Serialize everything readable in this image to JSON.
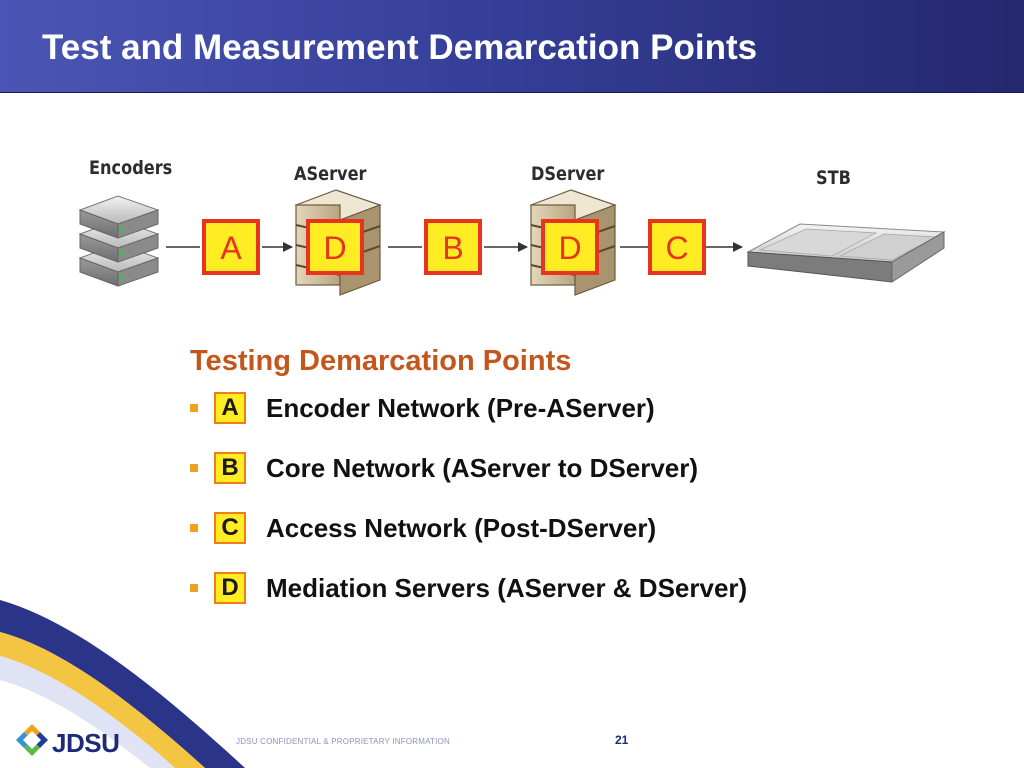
{
  "slide": {
    "title": "Test and Measurement Demarcation Points"
  },
  "diagram": {
    "nodes": [
      {
        "label": "Encoders",
        "icon": "encoder-stack-icon"
      },
      {
        "label": "AServer",
        "icon": "server-icon"
      },
      {
        "label": "DServer",
        "icon": "server-icon"
      },
      {
        "label": "STB",
        "icon": "set-top-box-icon"
      }
    ],
    "markers": [
      "A",
      "D",
      "B",
      "D",
      "C"
    ],
    "colors": {
      "marker_fill": "#ffec22",
      "marker_border": "#e8331e",
      "marker_text": "#e8331e",
      "arrow": "#333333"
    }
  },
  "section": {
    "subtitle": "Testing Demarcation Points",
    "items": [
      {
        "badge": "A",
        "text": "Encoder Network (Pre-AServer)"
      },
      {
        "badge": "B",
        "text": "Core Network (AServer to DServer)"
      },
      {
        "badge": "C",
        "text": "Access Network (Post-DServer)"
      },
      {
        "badge": "D",
        "text": "Mediation Servers (AServer & DServer)"
      }
    ]
  },
  "footer": {
    "logo_text": "JDSU",
    "confidential": "JDSU CONFIDENTIAL & PROPRIETARY INFORMATION",
    "page_number": "21"
  }
}
